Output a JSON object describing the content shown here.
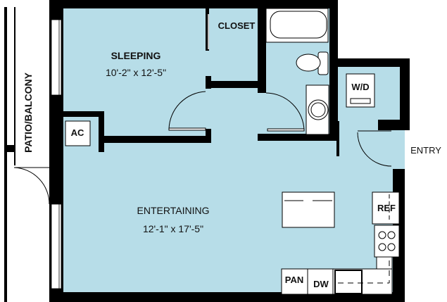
{
  "colors": {
    "floor": "#b7dde8",
    "wall": "#000000",
    "fixture": "#ffffff"
  },
  "rooms": {
    "patio": {
      "label": "PATIO/BALCONY"
    },
    "sleeping": {
      "label": "SLEEPING",
      "dimensions": "10'-2\" x 12'-5\""
    },
    "closet": {
      "label": "CLOSET"
    },
    "ac": {
      "label": "AC"
    },
    "laundry": {
      "label": "W/D"
    },
    "entry": {
      "label": "ENTRY"
    },
    "entertaining": {
      "label": "ENTERTAINING",
      "dimensions": "12'-1\" x 17'-5\""
    }
  },
  "kitchen": {
    "ref": "REF",
    "pantry": "PAN",
    "dishwasher": "DW"
  }
}
